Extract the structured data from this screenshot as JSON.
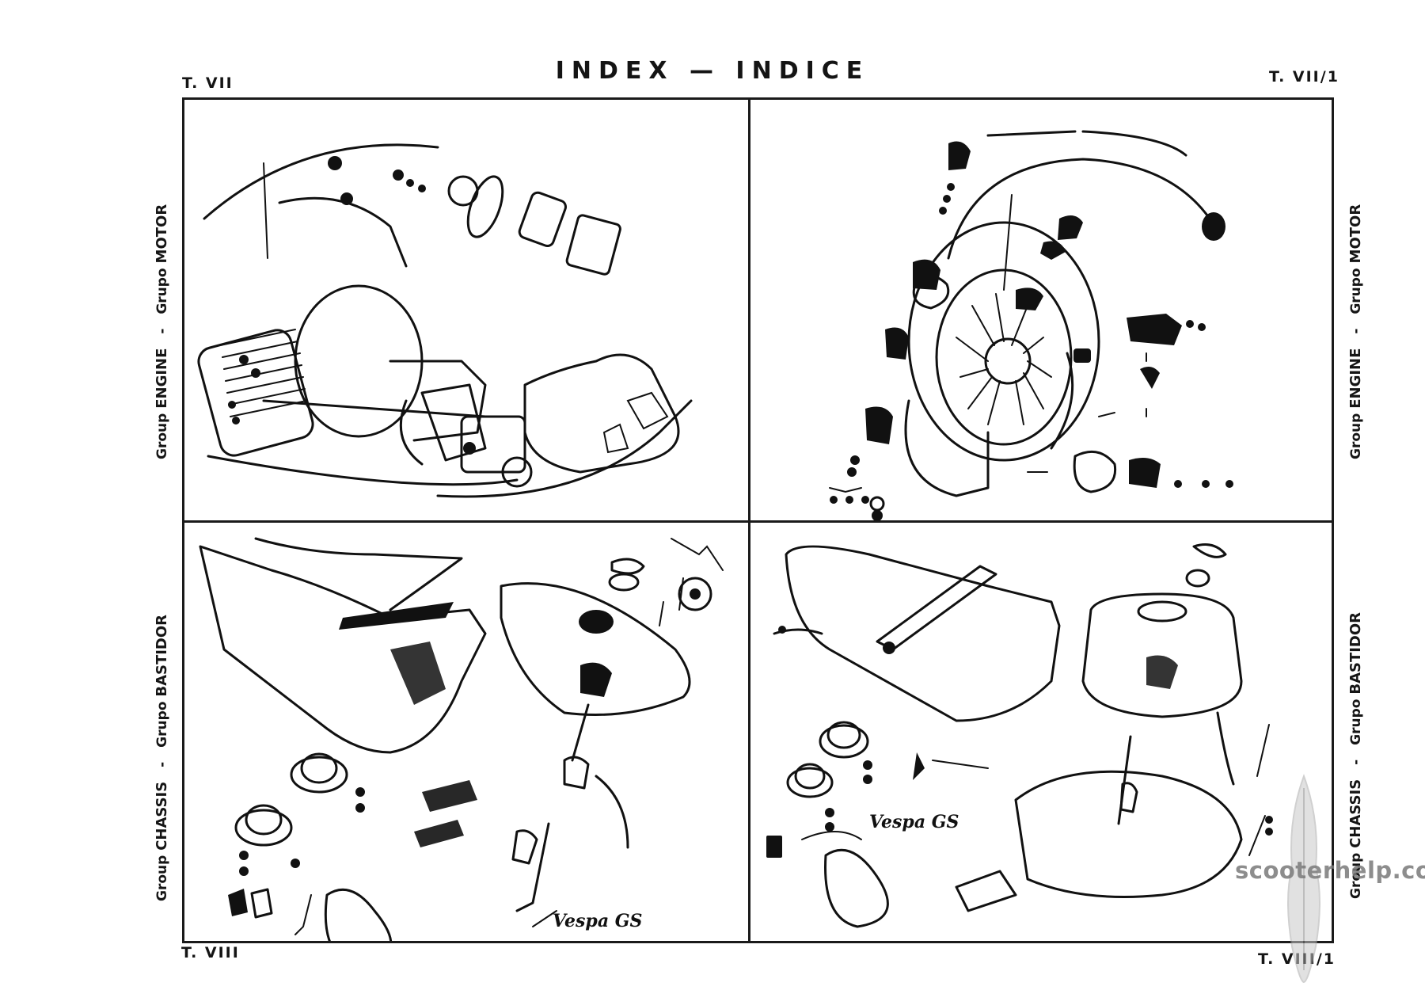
{
  "header": {
    "title": "INDEX — INDICE",
    "table_top_left": "T. VII",
    "table_top_right": "T. VII/1",
    "table_bottom_left": "T. VIII",
    "table_bottom_right": "T. VIII/1"
  },
  "side_labels": {
    "engine": {
      "group_word": "Group",
      "group_name": "ENGINE",
      "separator": "-",
      "grupo_word": "Grupo",
      "grupo_name": "MOTOR"
    },
    "chassis": {
      "group_word": "Group",
      "group_name": "CHASSIS",
      "separator": "-",
      "grupo_word": "Grupo",
      "grupo_name": "BASTIDOR"
    }
  },
  "panels": [
    {
      "id": "T. VII",
      "group": "ENGINE",
      "description": "Exploded view: engine cylinder, crankcase, carburettor, cables"
    },
    {
      "id": "T. VII/1",
      "group": "ENGINE",
      "description": "Exploded view: flywheel cowling, magneto, small parts"
    },
    {
      "id": "T. VIII",
      "group": "CHASSIS",
      "description": "Exploded view: frame body, fuel tank, fittings",
      "emblem": "Vespa GS"
    },
    {
      "id": "T. VIII/1",
      "group": "CHASSIS",
      "description": "Exploded view: frame, tank, floor, fittings",
      "emblem": "Vespa GS"
    }
  ],
  "watermark": "scooterhelp.com"
}
